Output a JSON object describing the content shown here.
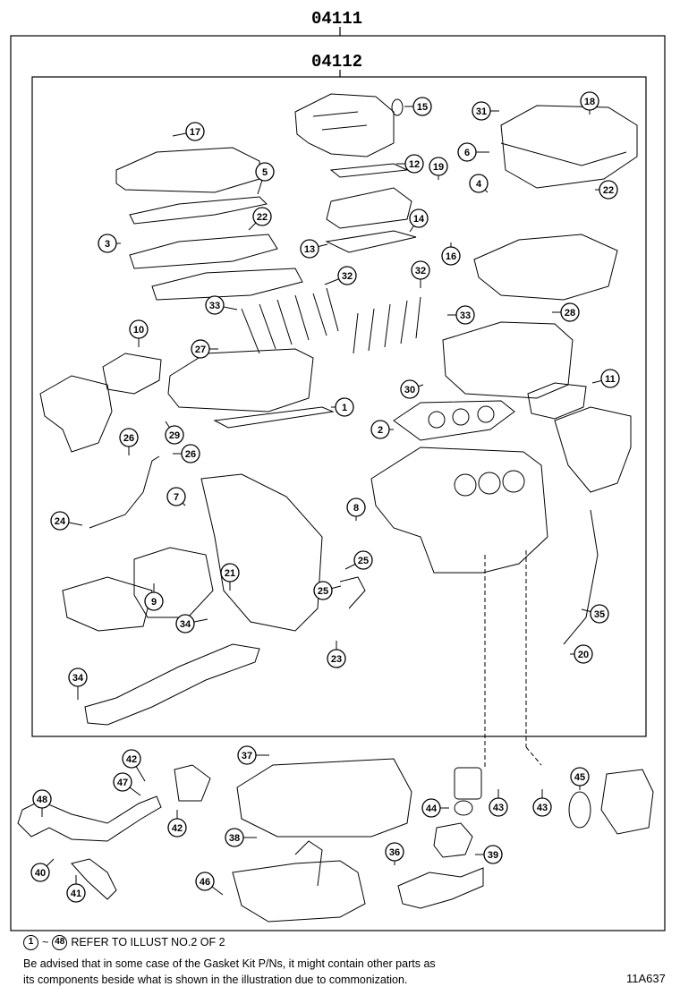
{
  "header": {
    "outer_code": "04111",
    "inner_code": "04112"
  },
  "callouts": [
    {
      "n": "1"
    },
    {
      "n": "2"
    },
    {
      "n": "3"
    },
    {
      "n": "4"
    },
    {
      "n": "5"
    },
    {
      "n": "6"
    },
    {
      "n": "7"
    },
    {
      "n": "8"
    },
    {
      "n": "9"
    },
    {
      "n": "10"
    },
    {
      "n": "11"
    },
    {
      "n": "12"
    },
    {
      "n": "13"
    },
    {
      "n": "14"
    },
    {
      "n": "15"
    },
    {
      "n": "16"
    },
    {
      "n": "17"
    },
    {
      "n": "18"
    },
    {
      "n": "19"
    },
    {
      "n": "20"
    },
    {
      "n": "21"
    },
    {
      "n": "22"
    },
    {
      "n": "22"
    },
    {
      "n": "23"
    },
    {
      "n": "24"
    },
    {
      "n": "25"
    },
    {
      "n": "25"
    },
    {
      "n": "26"
    },
    {
      "n": "26"
    },
    {
      "n": "27"
    },
    {
      "n": "28"
    },
    {
      "n": "29"
    },
    {
      "n": "30"
    },
    {
      "n": "31"
    },
    {
      "n": "32"
    },
    {
      "n": "32"
    },
    {
      "n": "33"
    },
    {
      "n": "33"
    },
    {
      "n": "34"
    },
    {
      "n": "34"
    },
    {
      "n": "35"
    },
    {
      "n": "36"
    },
    {
      "n": "37"
    },
    {
      "n": "38"
    },
    {
      "n": "39"
    },
    {
      "n": "40"
    },
    {
      "n": "41"
    },
    {
      "n": "42"
    },
    {
      "n": "42"
    },
    {
      "n": "43"
    },
    {
      "n": "43"
    },
    {
      "n": "44"
    },
    {
      "n": "45"
    },
    {
      "n": "46"
    },
    {
      "n": "47"
    },
    {
      "n": "48"
    }
  ],
  "notes": {
    "range_start": "1",
    "range_sep": "~",
    "range_end": "48",
    "range_text": "REFER TO ILLUST NO.2 OF 2",
    "line1": "Be advised that in some case of the Gasket Kit P/Ns,  it might contain other parts as",
    "line2": "its components beside what is shown in the illustration due to commonization."
  },
  "illustration_code": "11A637"
}
